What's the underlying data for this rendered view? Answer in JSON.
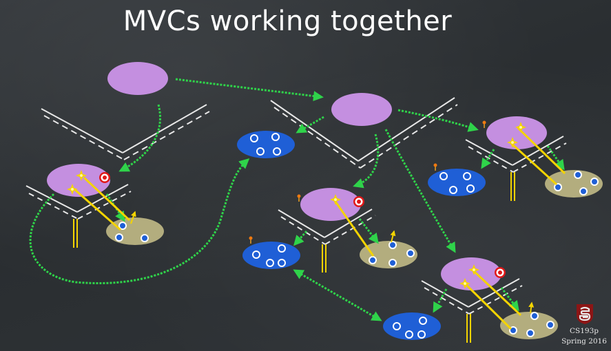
{
  "slide": {
    "title": "MVCs working together",
    "footer_course": "CS193p",
    "footer_term": "Spring 2016"
  },
  "colors": {
    "background": "#2c3034",
    "controller": "#c48fe0",
    "view": "#1f5fd6",
    "model": "#b3ad7e",
    "connection_arrow": "#2fd34a",
    "target_action": "#f4d400",
    "target_icon": "#e01818",
    "line_white": "#e8e8e8"
  },
  "icons": [
    "target-icon",
    "action-star-icon",
    "outlet-pin-icon",
    "stanford-logo-icon"
  ]
}
